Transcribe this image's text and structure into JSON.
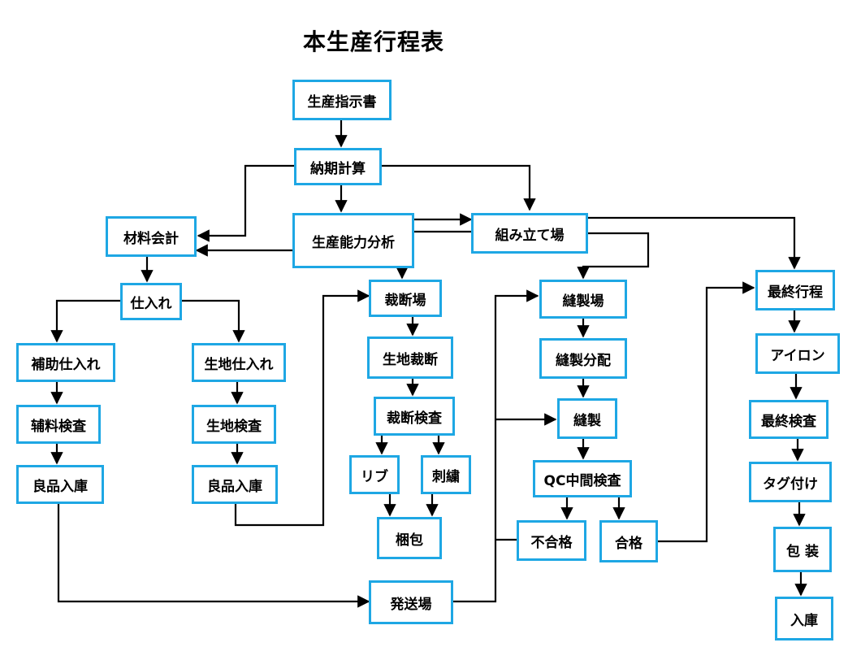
{
  "title": "本生産行程表",
  "nodes": {
    "seisan_shiji": "生産指示書",
    "noki_keisan": "納期計算",
    "zairyo_kaikei": "材料会計",
    "seisan_noryoku": "生産能力分析",
    "kumitate": "組み立て場",
    "shiire": "仕入れ",
    "hojo_shiire": "補助仕入れ",
    "kiji_shiire": "生地仕入れ",
    "hojo_kensa": "辅料検査",
    "kiji_kensa": "生地検査",
    "ryohin_1": "良品入庫",
    "ryohin_2": "良品入庫",
    "saidan_ba": "裁断場",
    "kiji_saidan": "生地裁断",
    "saidan_kensa": "裁断検査",
    "rib": "リブ",
    "shishu": "刺繍",
    "konpo": "梱包",
    "hassou": "発送場",
    "hosei_ba": "縫製場",
    "hosei_bunpai": "縫製分配",
    "hosei": "縫製",
    "qc": "QC中間検査",
    "fugokaku": "不合格",
    "gokaku": "合格",
    "saishu_kotei": "最終行程",
    "iron": "アイロン",
    "saishu_kensa": "最終検査",
    "tag": "タグ付け",
    "hoso": "包 装",
    "nyuko": "入庫"
  }
}
